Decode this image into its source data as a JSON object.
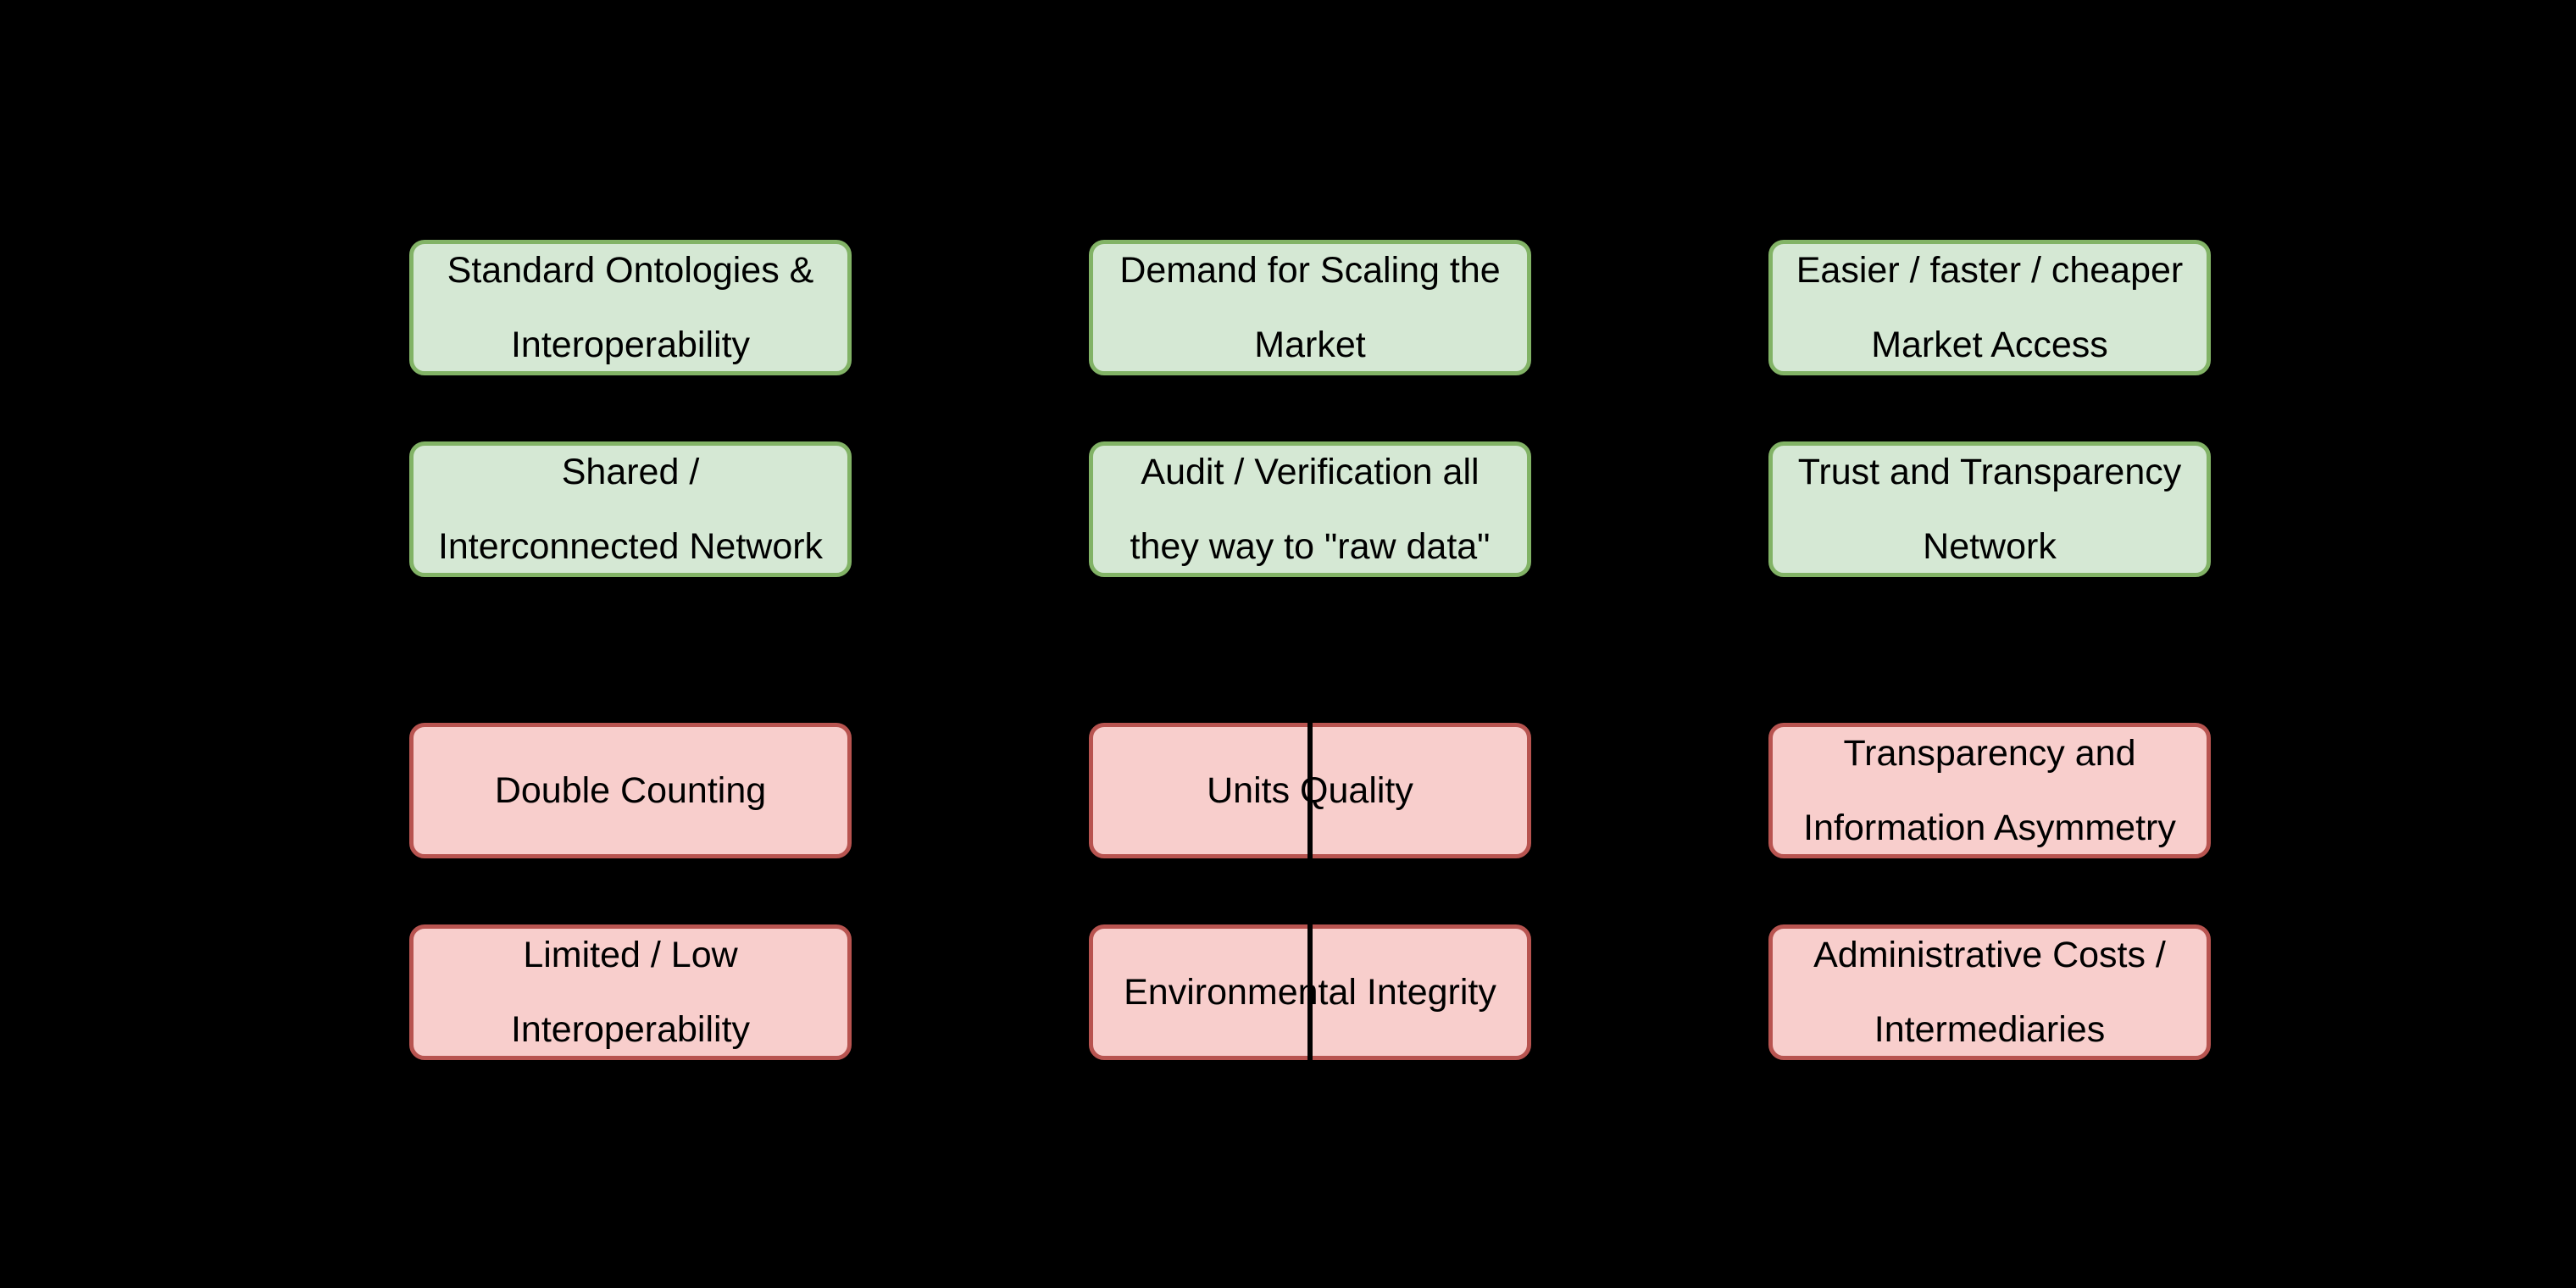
{
  "diagram": {
    "background_color": "#000000",
    "groups": [
      {
        "id": "enablers",
        "kind": "enabler",
        "fill_color": "#d5e8d4",
        "border_color": "#82b366"
      },
      {
        "id": "barriers",
        "kind": "barrier",
        "fill_color": "#f8cecc",
        "border_color": "#b85450"
      }
    ],
    "nodes": [
      {
        "id": "standard-ontologies-interoperability",
        "kind": "enabler",
        "column": 1,
        "row": 1,
        "lines": [
          "Standard Ontologies &",
          "Interoperability"
        ],
        "split": false
      },
      {
        "id": "demand-for-scaling-the-market",
        "kind": "enabler",
        "column": 2,
        "row": 1,
        "lines": [
          "Demand for Scaling the",
          "Market"
        ],
        "split": false
      },
      {
        "id": "easier-faster-cheaper-market-access",
        "kind": "enabler",
        "column": 3,
        "row": 1,
        "lines": [
          "Easier / faster / cheaper",
          "Market Access"
        ],
        "split": false
      },
      {
        "id": "shared-interconnected-network",
        "kind": "enabler",
        "column": 1,
        "row": 2,
        "lines": [
          "Shared /",
          "Interconnected Network"
        ],
        "split": false
      },
      {
        "id": "audit-verification-raw-data",
        "kind": "enabler",
        "column": 2,
        "row": 2,
        "lines": [
          "Audit / Verification all",
          "they way to \"raw data\""
        ],
        "split": false
      },
      {
        "id": "trust-and-transparency-network",
        "kind": "enabler",
        "column": 3,
        "row": 2,
        "lines": [
          "Trust and Transparency",
          "Network"
        ],
        "split": false
      },
      {
        "id": "double-counting",
        "kind": "barrier",
        "column": 1,
        "row": 3,
        "lines": [
          "Double Counting"
        ],
        "split": false
      },
      {
        "id": "units-quality",
        "kind": "barrier",
        "column": 2,
        "row": 3,
        "lines": [
          "Units Quality"
        ],
        "split": true
      },
      {
        "id": "transparency-and-information-asymmetry",
        "kind": "barrier",
        "column": 3,
        "row": 3,
        "lines": [
          "Transparency and",
          "Information Asymmetry"
        ],
        "split": false
      },
      {
        "id": "limited-low-interoperability",
        "kind": "barrier",
        "column": 1,
        "row": 4,
        "lines": [
          "Limited / Low",
          "Interoperability"
        ],
        "split": false
      },
      {
        "id": "environmental-integrity",
        "kind": "barrier",
        "column": 2,
        "row": 4,
        "lines": [
          "Environmental Integrity"
        ],
        "split": true
      },
      {
        "id": "administrative-costs-intermediaries",
        "kind": "barrier",
        "column": 3,
        "row": 4,
        "lines": [
          "Administrative Costs /",
          "Intermediaries"
        ],
        "split": false
      }
    ]
  }
}
